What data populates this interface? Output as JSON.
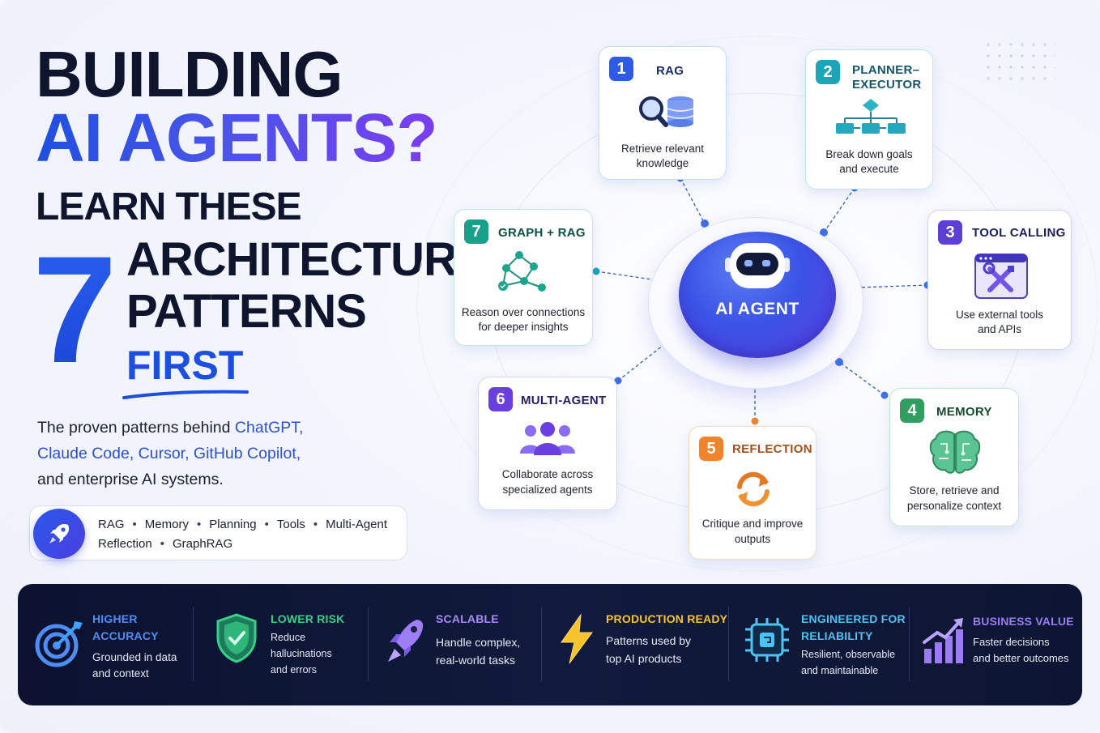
{
  "headline": {
    "line1": "BUILDING",
    "line2": "AI AGENTS?",
    "line3": "LEARN THESE",
    "number": "7",
    "line4": "ARCHITECTURE",
    "line5": "PATTERNS",
    "line6": "FIRST"
  },
  "description": {
    "part1": "The proven patterns behind ",
    "highlight1": "ChatGPT,",
    "highlight2": "Claude Code, Cursor, GitHub Copilot,",
    "part2": "and enterprise AI systems."
  },
  "chips": {
    "icon": "rocket-icon",
    "items": [
      "RAG",
      "Memory",
      "Planning",
      "Tools",
      "Multi-Agent",
      "Reflection",
      "GraphRAG"
    ]
  },
  "hub": {
    "label": "AI AGENT",
    "icon": "robot-icon"
  },
  "patterns": [
    {
      "num": "1",
      "title": "RAG",
      "desc1": "Retrieve relevant",
      "desc2": "knowledge",
      "color": "#2e5be6",
      "icon": "search-database-icon"
    },
    {
      "num": "2",
      "title1": "PLANNER–",
      "title2": "EXECUTOR",
      "desc1": "Break down goals",
      "desc2": "and execute",
      "color": "#1aa5b8",
      "icon": "flowchart-icon"
    },
    {
      "num": "3",
      "title": "TOOL CALLING",
      "desc1": "Use external tools",
      "desc2": "and APIs",
      "color": "#5b3fd6",
      "icon": "tools-icon"
    },
    {
      "num": "4",
      "title": "MEMORY",
      "desc1": "Store, retrieve and",
      "desc2": "personalize context",
      "color": "#2f9e5e",
      "icon": "brain-icon"
    },
    {
      "num": "5",
      "title": "REFLECTION",
      "desc1": "Critique and improve",
      "desc2": "outputs",
      "color": "#f0842c",
      "icon": "refresh-icon"
    },
    {
      "num": "6",
      "title": "MULTI-AGENT",
      "desc1": "Collaborate across",
      "desc2": "specialized agents",
      "color": "#6a3fe0",
      "icon": "users-icon"
    },
    {
      "num": "7",
      "title": "GRAPH + RAG",
      "desc1": "Reason over connections",
      "desc2": "for deeper insights",
      "color": "#18a08a",
      "icon": "graph-icon"
    }
  ],
  "features": [
    {
      "title1": "HIGHER",
      "title2": "ACCURACY",
      "desc1": "Grounded in data",
      "desc2": "and context",
      "color": "#4f8df5",
      "icon": "target-icon"
    },
    {
      "title1": "LOWER RISK",
      "title2": "",
      "desc1": "Reduce hallucinations",
      "desc2": "and errors",
      "color": "#37d08a",
      "icon": "shield-icon"
    },
    {
      "title1": "SCALABLE",
      "title2": "",
      "desc1": "Handle complex,",
      "desc2": "real-world tasks",
      "color": "#a68bf5",
      "icon": "rocket-icon"
    },
    {
      "title1": "PRODUCTION READY",
      "title2": "",
      "desc1": "Patterns used by",
      "desc2": "top AI products",
      "color": "#f7c52b",
      "icon": "lightning-icon"
    },
    {
      "title1": "ENGINEERED FOR",
      "title2": "RELIABILITY",
      "desc1": "Resilient, observable",
      "desc2": "and maintainable",
      "color": "#4cc3f0",
      "icon": "chip-icon"
    },
    {
      "title1": "BUSINESS VALUE",
      "title2": "",
      "desc1": "Faster decisions",
      "desc2": "and better outcomes",
      "color": "#9a7cf5",
      "icon": "growth-chart-icon"
    }
  ]
}
